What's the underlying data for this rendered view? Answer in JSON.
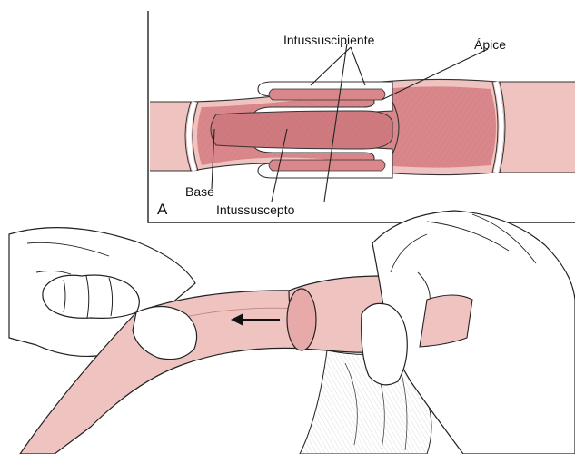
{
  "panel_a": {
    "letter": "A",
    "labels": {
      "intussuscipiente": "Intussuscipiente",
      "apice": "Ápice",
      "base": "Base",
      "intussuscepto": "Intussuscepto"
    }
  },
  "colors": {
    "bowel_outer": "#efc3bf",
    "bowel_inner": "#d9878a",
    "bowel_dark": "#c96f74",
    "hand_skin": "#ffffff",
    "outline": "#2a2a2a"
  },
  "bottom_illustration": {
    "arrow_direction": "left",
    "arrow_icon": "arrow-left-icon"
  }
}
